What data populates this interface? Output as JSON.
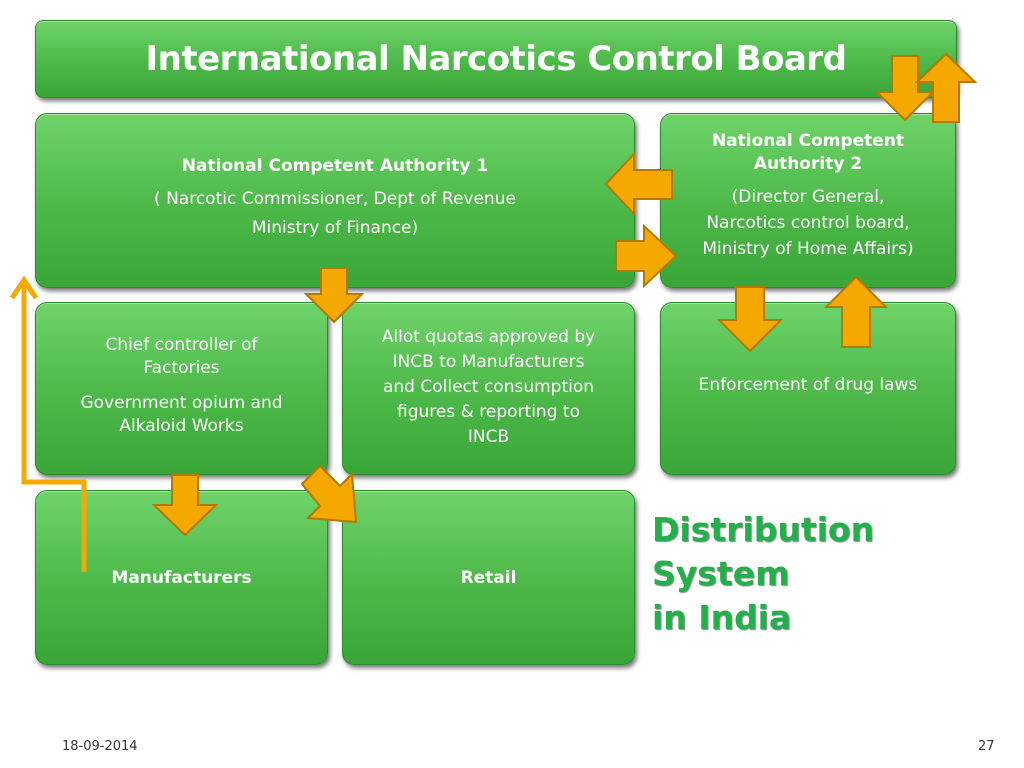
{
  "title": "International Narcotics Control Board",
  "nca1": {
    "heading": "National Competent Authority 1",
    "line1": "( Narcotic Commissioner, Dept of Revenue",
    "line2": "Ministry of Finance)"
  },
  "nca2": {
    "heading_line1": "National Competent",
    "heading_line2": "Authority 2",
    "line1": "(Director General,",
    "line2": "Narcotics control board,",
    "line3": "Ministry of Home Affairs)"
  },
  "chief": {
    "line1": "Chief controller of",
    "line2": "Factories",
    "line3": "Government opium and",
    "line4": "Alkaloid Works"
  },
  "allot": {
    "line1": "Allot quotas approved by",
    "line2": "INCB to Manufacturers",
    "line3": "and Collect consumption",
    "line4": "figures & reporting to",
    "line5": "INCB"
  },
  "enforcement": "Enforcement of drug laws",
  "manufacturers": "Manufacturers",
  "retail": "Retail",
  "side_title_line1": "Distribution System",
  "side_title_line2": "in India",
  "footer": {
    "date": "18-09-2014",
    "page": "27"
  },
  "colors": {
    "box_green": "#4cb848",
    "arrow_orange": "#f5a800",
    "side_title_green": "#22b04a"
  }
}
